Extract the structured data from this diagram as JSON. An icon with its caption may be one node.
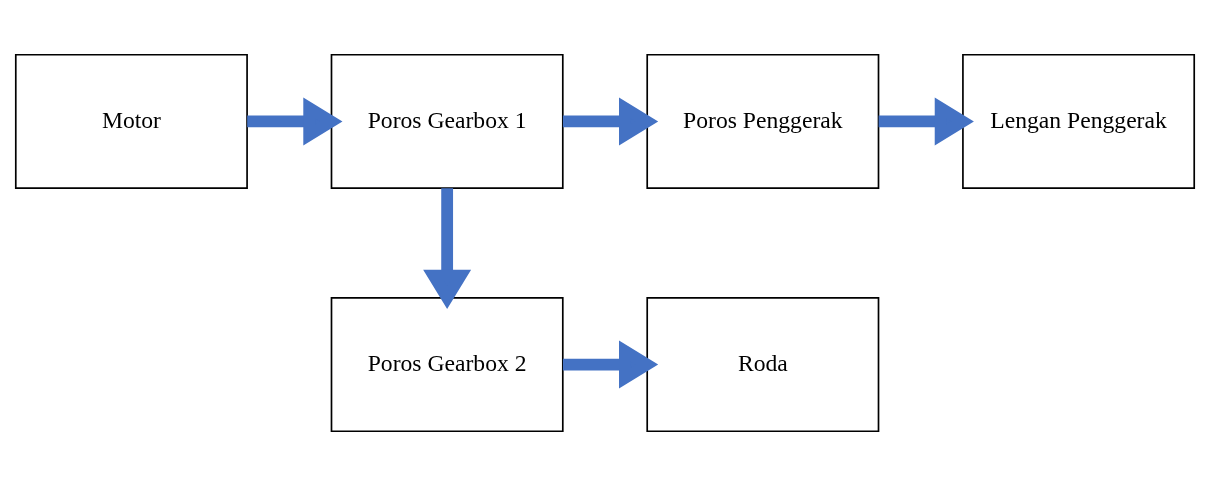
{
  "diagram": {
    "nodes": [
      {
        "text": [
          "Motor"
        ]
      },
      {
        "text": [
          "Poros Gearbox 1"
        ]
      },
      {
        "text": [
          "Poros Penggerak"
        ]
      },
      {
        "text": [
          "Lengan Penggerak"
        ]
      },
      {
        "text": [
          "Poros Gearbox 2"
        ]
      },
      {
        "text": [
          "Roda"
        ]
      }
    ],
    "edges": [
      {
        "from": 0,
        "to": 1,
        "arrow": "to"
      },
      {
        "from": 1,
        "to": 2,
        "arrow": "to"
      },
      {
        "from": 2,
        "to": 3,
        "arrow": "to"
      },
      {
        "from": 1,
        "to": 4,
        "arrow": "to"
      },
      {
        "from": 4,
        "to": 5,
        "arrow": "to"
      }
    ]
  }
}
